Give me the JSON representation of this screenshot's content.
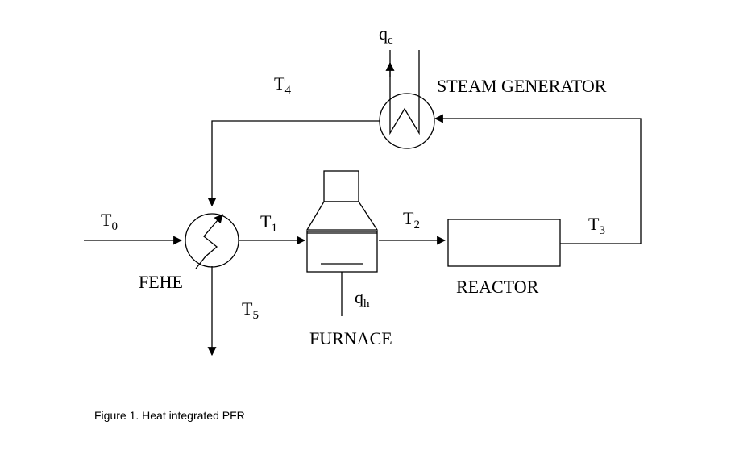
{
  "diagram": {
    "streams": {
      "t0": {
        "main": "T",
        "sub": "0"
      },
      "t1": {
        "main": "T",
        "sub": "1"
      },
      "t2": {
        "main": "T",
        "sub": "2"
      },
      "t3": {
        "main": "T",
        "sub": "3"
      },
      "t4": {
        "main": "T",
        "sub": "4"
      },
      "t5": {
        "main": "T",
        "sub": "5"
      }
    },
    "heat": {
      "qc": {
        "main": "q",
        "sub": "c"
      },
      "qh": {
        "main": "q",
        "sub": "h"
      }
    },
    "units": {
      "fehe": "FEHE",
      "furnace": "FURNACE",
      "reactor": "REACTOR",
      "steam_generator": "STEAM GENERATOR"
    }
  },
  "caption": "Figure 1. Heat integrated PFR"
}
